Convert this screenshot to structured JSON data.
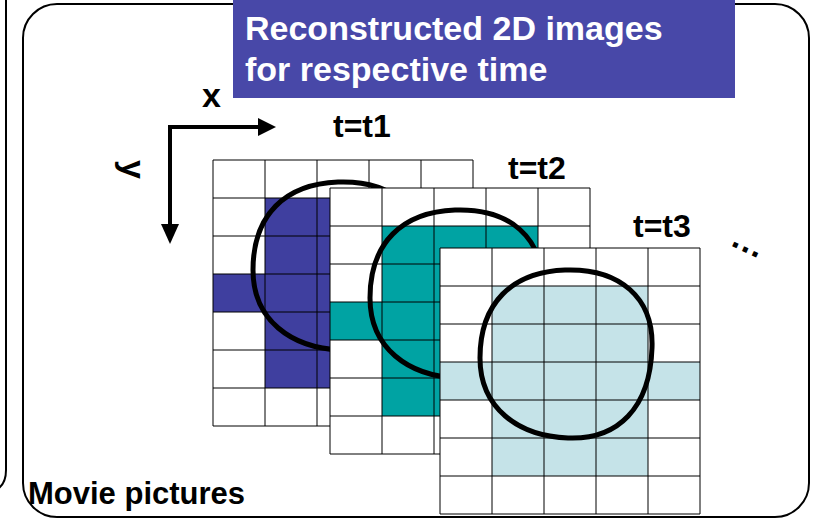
{
  "diagram": {
    "nodes": [
      {
        "text": [
          "Movie pictures"
        ]
      },
      {
        "text": [
          "Reconstructed 2D images for respective time"
        ],
        "in": 0
      }
    ],
    "labels": [
      "x",
      "t=t1",
      "y",
      "t=t2",
      "t=t3",
      "…"
    ]
  }
}
